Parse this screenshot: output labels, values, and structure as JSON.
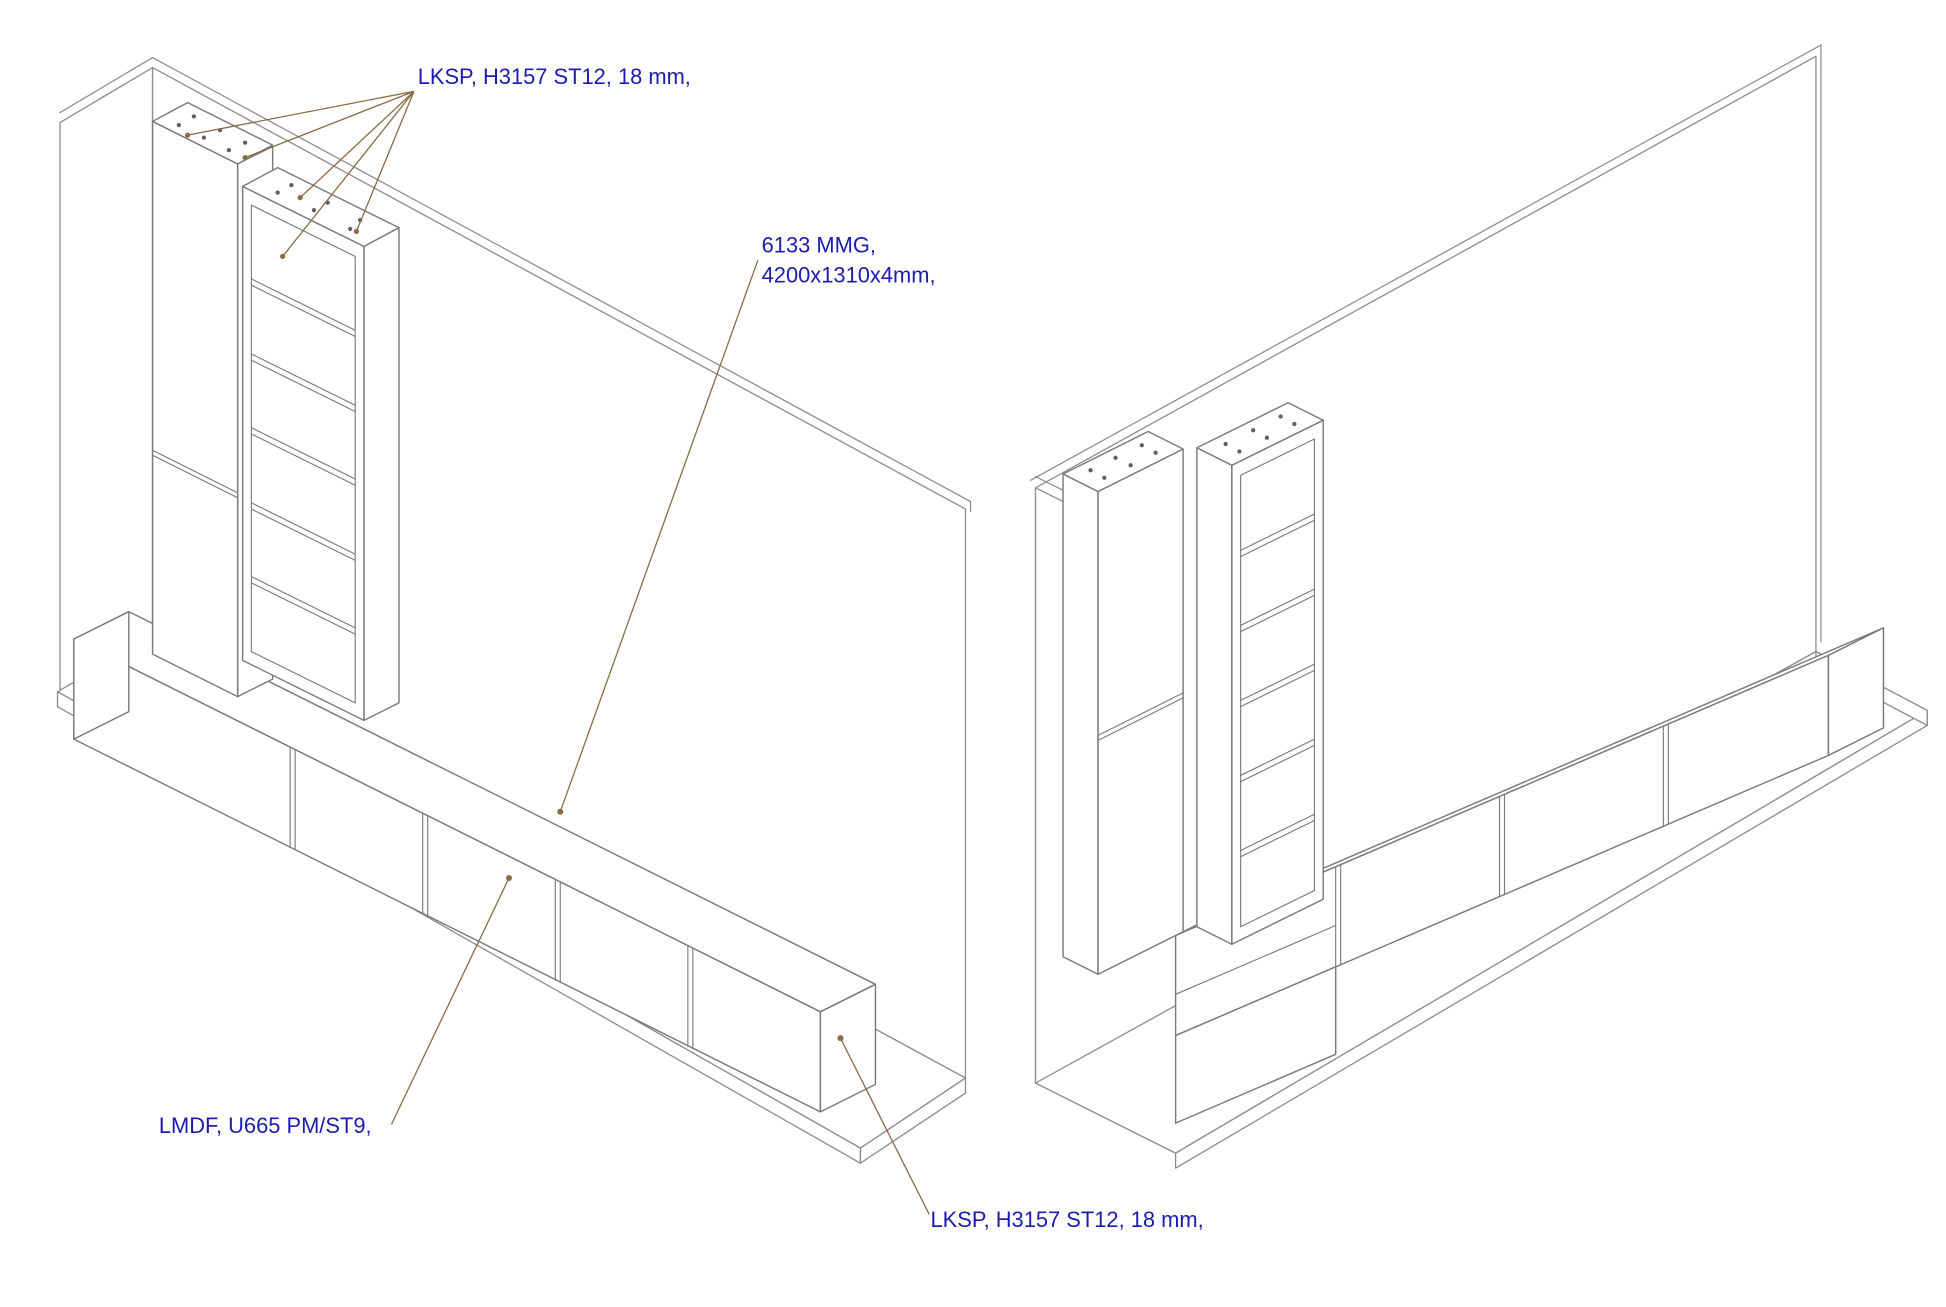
{
  "colors": {
    "label": "#1c1cb0",
    "leader": "#8a6d45",
    "line": "#7a7a7a",
    "background": "#ffffff"
  },
  "labels": {
    "top_panels": "LKSP, H3157 ST12, 18 mm,",
    "back_panel_line1": "6133 MMG,",
    "back_panel_line2": "4200x1310x4mm,",
    "fronts": "LMDF, U665 PM/ST9,",
    "side_panel": "LKSP, H3157 ST12, 18 mm,"
  }
}
